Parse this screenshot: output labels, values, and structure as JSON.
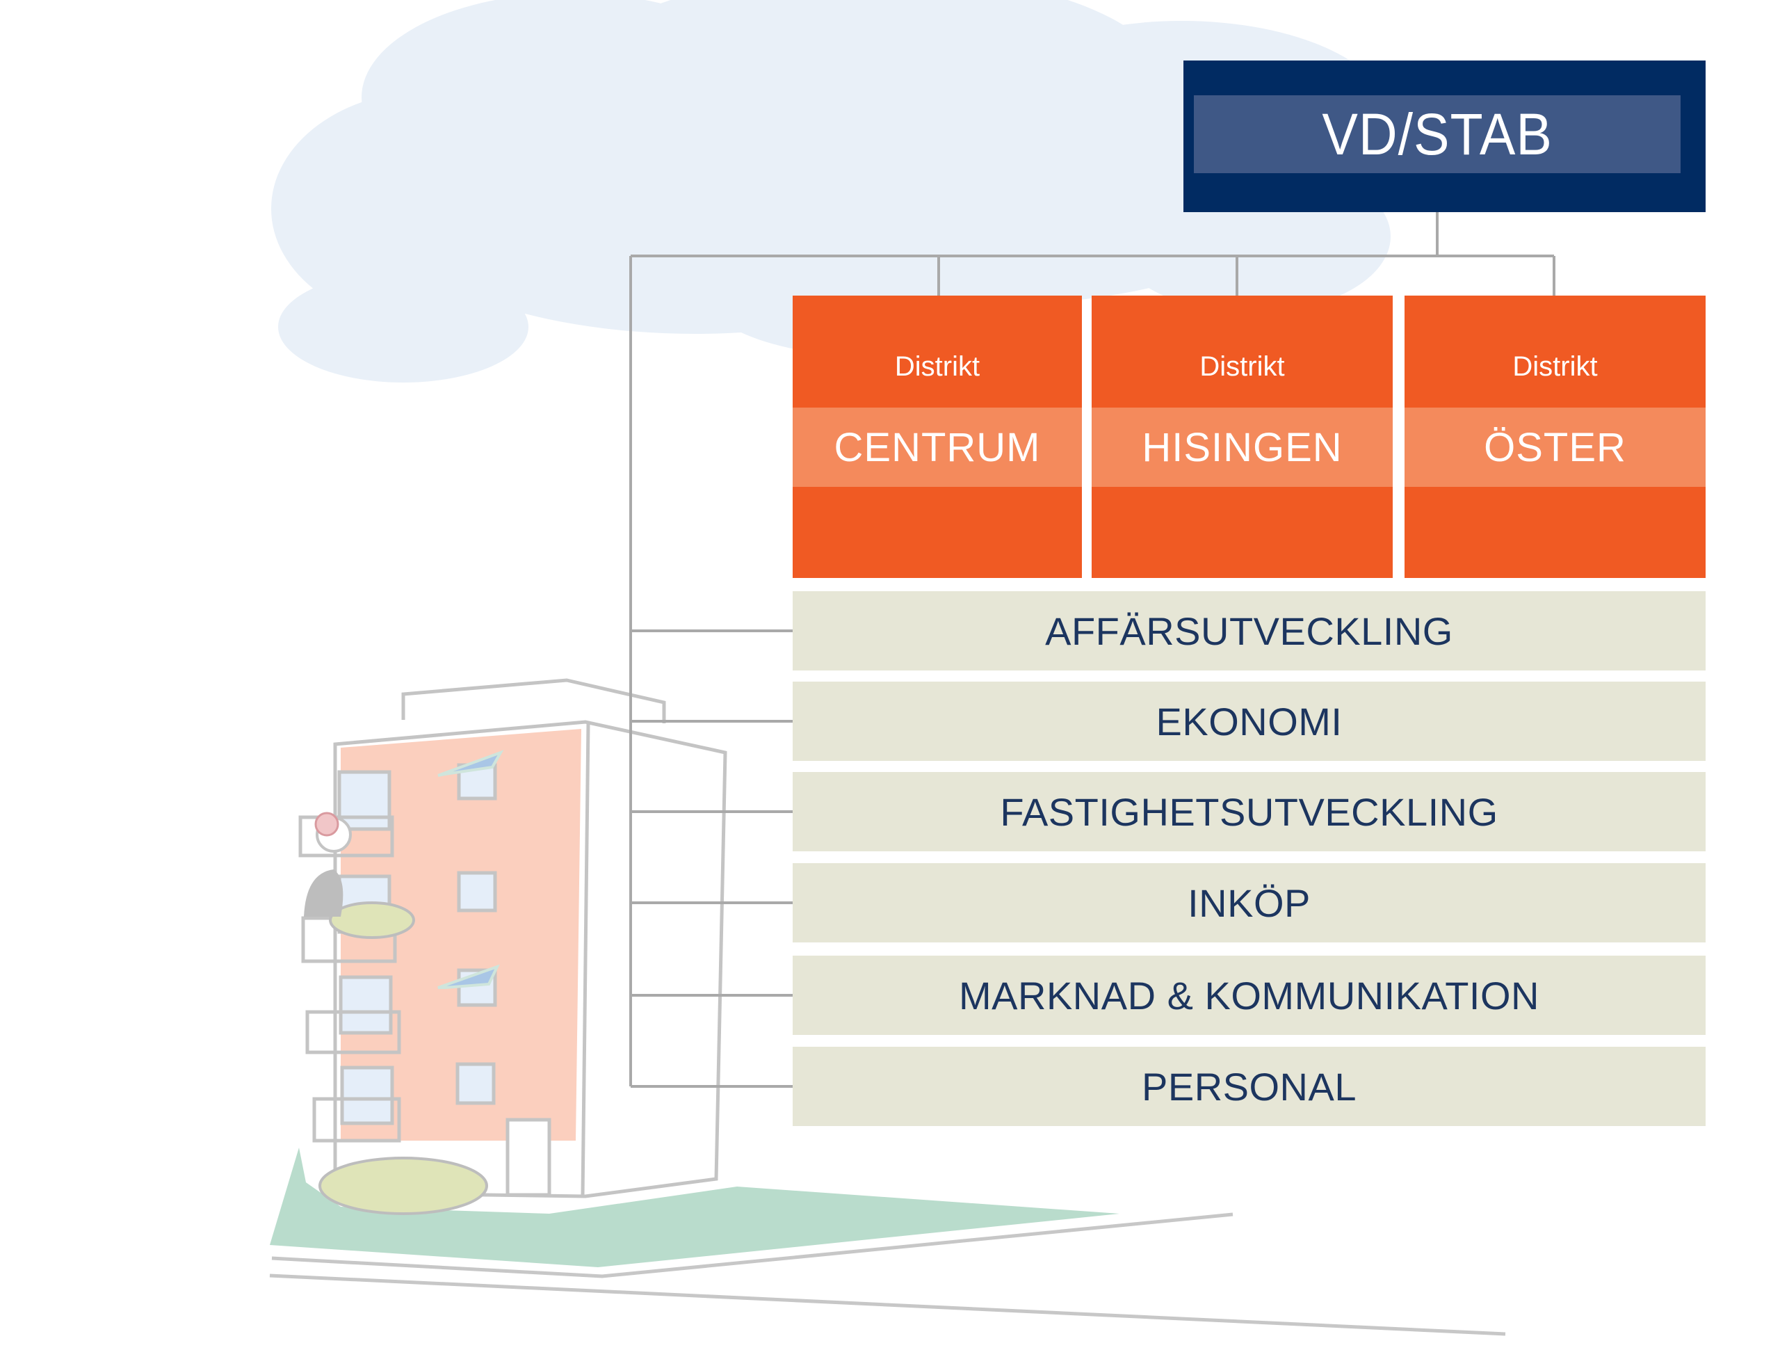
{
  "colors": {
    "vd_outer": "#012b62",
    "vd_band": "#3f5886",
    "district": "#f05a23",
    "district_band": "#f48a5c",
    "department": "#e6e6d6",
    "department_text": "#1c355f",
    "connector": "#a9a9a9",
    "cloud": "#e9f0f8"
  },
  "top": {
    "label": "VD/STAB"
  },
  "districts": [
    {
      "prefix": "Distrikt",
      "name": "CENTRUM"
    },
    {
      "prefix": "Distrikt",
      "name": "HISINGEN"
    },
    {
      "prefix": "Distrikt",
      "name": "ÖSTER"
    }
  ],
  "departments": [
    {
      "name": "AFFÄRSUTVECKLING"
    },
    {
      "name": "EKONOMI"
    },
    {
      "name": "FASTIGHETSUTVECKLING"
    },
    {
      "name": "INKÖP"
    },
    {
      "name": "MARKNAD & KOMMUNIKATION"
    },
    {
      "name": "PERSONAL"
    }
  ]
}
